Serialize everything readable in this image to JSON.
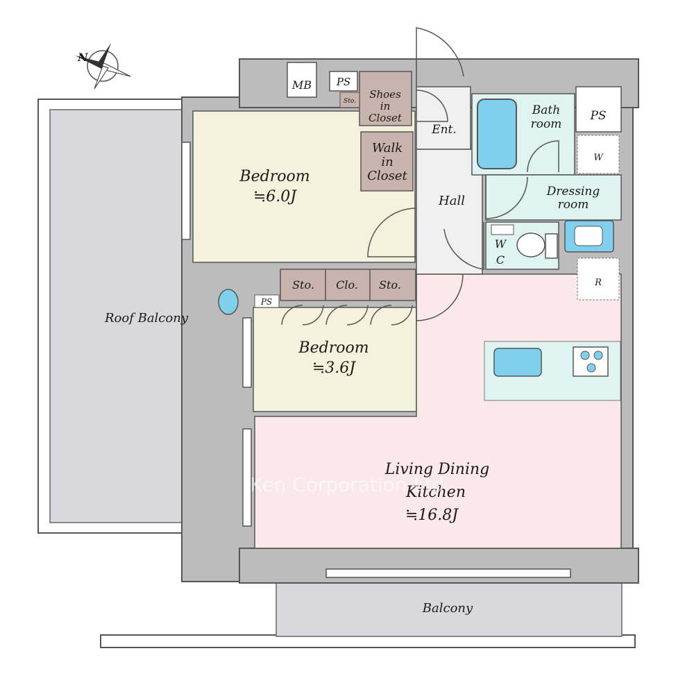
{
  "compass": {
    "north_label": "N"
  },
  "rooms": {
    "bedroom1": {
      "name": "Bedroom",
      "size": "≒6.0J"
    },
    "bedroom2": {
      "name": "Bedroom",
      "size": "≒3.6J"
    },
    "ldk": {
      "name_line1": "Living Dining",
      "name_line2": "Kitchen",
      "size": "≒16.8J"
    },
    "roof_balcony": {
      "name": "Roof Balcony"
    },
    "balcony": {
      "name": "Balcony"
    },
    "hall": {
      "name": "Hall"
    },
    "entrance": {
      "name": "Ent."
    },
    "bathroom": {
      "name_line1": "Bath",
      "name_line2": "room"
    },
    "dressing": {
      "name_line1": "Dressing",
      "name_line2": "room"
    },
    "wc": {
      "line1": "W",
      "line2": "C"
    },
    "shoes_closet": {
      "line1": "Shoes",
      "line2": "in",
      "line3": "Closet"
    },
    "walk_in_closet": {
      "line1": "Walk",
      "line2": "in",
      "line3": "Closet"
    }
  },
  "labels": {
    "mb": "MB",
    "ps_top": "PS",
    "ps_bath": "PS",
    "ps_bedroom": "PS",
    "sto_small": "Sto.",
    "sto_left": "Sto.",
    "clo": "Clo.",
    "sto_right": "Sto.",
    "washer": "W",
    "fridge": "R"
  },
  "watermark": "Ken Corporation Ltd",
  "colors": {
    "wall": "#bcbcbc",
    "bedroom": "#f4f2dc",
    "ldk": "#fbe8ea",
    "balcony": "#d9d9dd",
    "closet": "#c8b4ac",
    "wet": "#dff3f0",
    "hall": "#f0f0f0",
    "fixture": "#7fd0ec"
  }
}
